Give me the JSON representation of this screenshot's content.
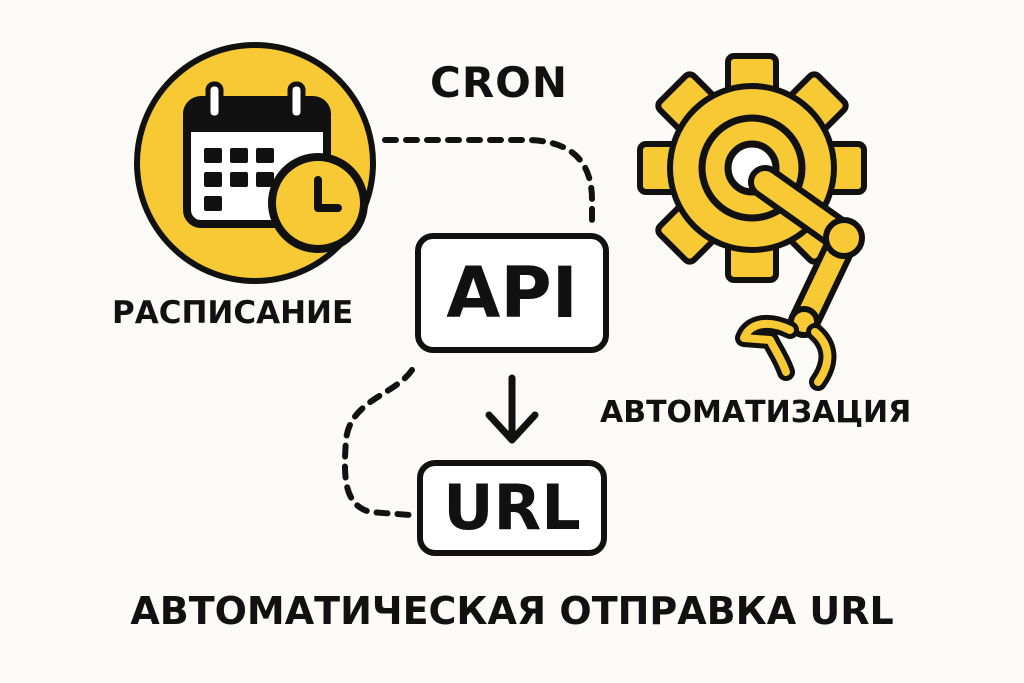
{
  "labels": {
    "cron": "CRON",
    "schedule": "РАСПИСАНИЕ",
    "automation": "АВТОМАТИЗАЦИЯ",
    "footer": "АВТОМАТИЧЕСКАЯ ОТПРАВКА URL"
  },
  "nodes": {
    "api": "API",
    "url": "URL"
  },
  "icons": {
    "schedule": "calendar-clock-icon",
    "automation": "gear-robot-arm-icon"
  },
  "colors": {
    "accent_yellow": "#f6c935",
    "ink": "#111111",
    "background": "#fbfaf6"
  }
}
